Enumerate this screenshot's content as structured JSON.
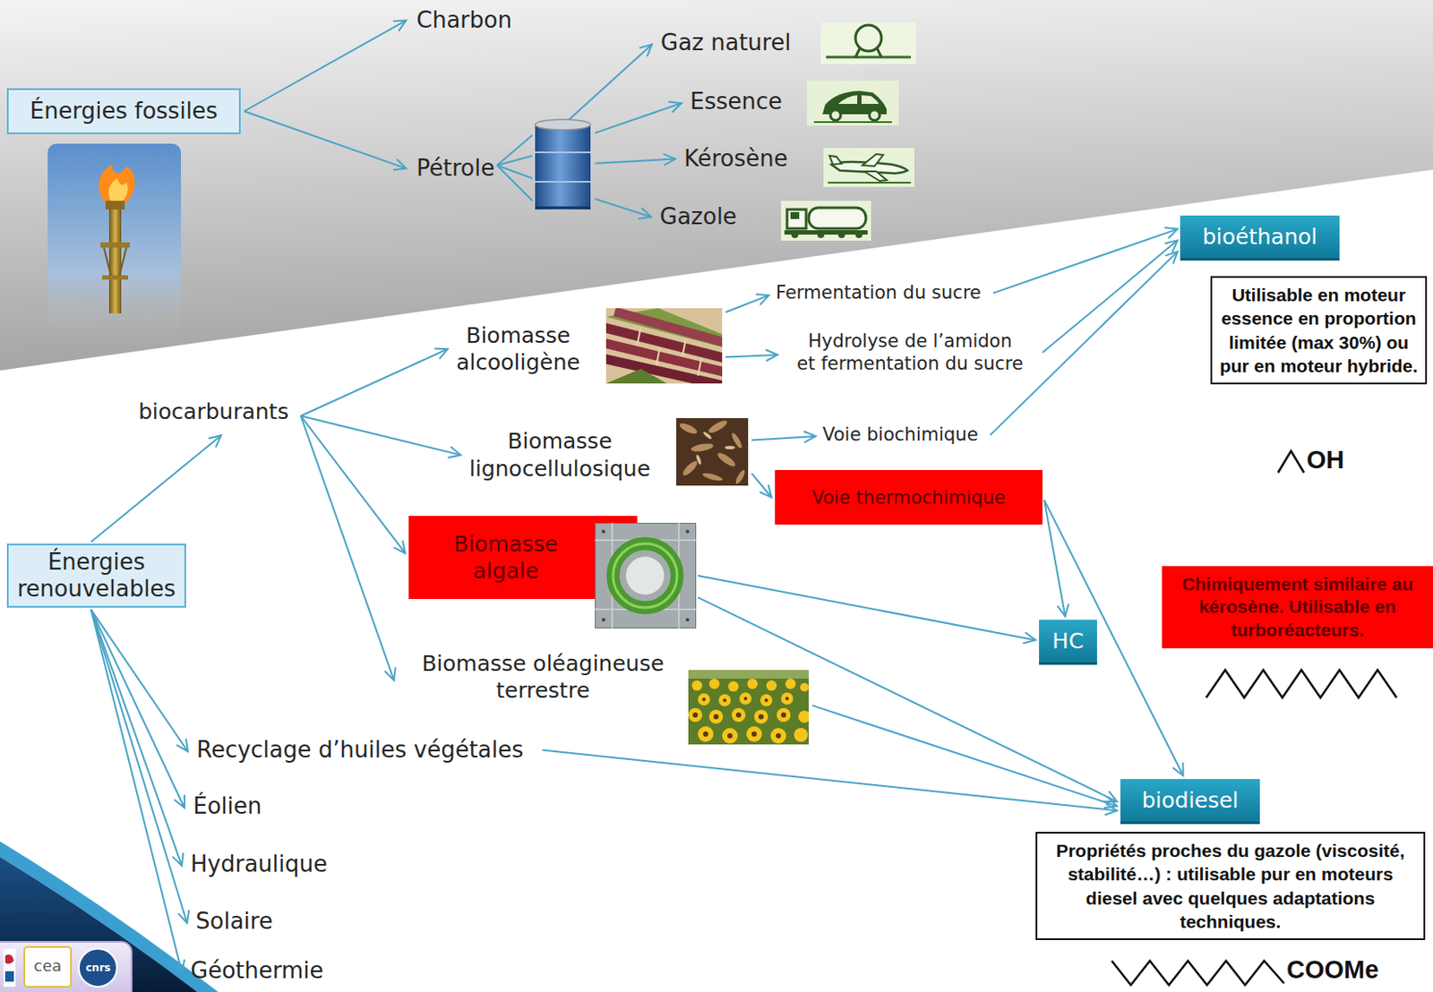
{
  "diagram": {
    "nodes": [
      {
        "text": [
          "Charbon"
        ]
      },
      {
        "text": [
          "Énergies fossiles"
        ]
      },
      {
        "text": [
          "Gaz naturel"
        ]
      },
      {
        "text": [
          "Essence"
        ]
      },
      {
        "text": [
          "Pétrole"
        ]
      },
      {
        "text": [
          "Kérosène"
        ]
      },
      {
        "text": [
          "Gazole"
        ]
      },
      {
        "text": [
          "bioéthanol"
        ]
      },
      {
        "text": [
          "Fermentation du sucre"
        ]
      },
      {
        "text": [
          "Utilisable en moteur essence en proportion limitée (max 30%) ou pur en moteur hybride."
        ]
      },
      {
        "text": [
          "Biomasse alcooligène"
        ]
      },
      {
        "text": [
          "Hydrolyse de l’amidon et fermentation du sucre"
        ]
      },
      {
        "text": [
          "biocarburants"
        ]
      },
      {
        "text": [
          "Biomasse lignocellulosique"
        ]
      },
      {
        "text": [
          "Voie biochimique"
        ]
      },
      {
        "text": [
          "Voie thermochimique"
        ]
      },
      {
        "text": [
          "Biomasse algale"
        ]
      },
      {
        "text": [
          "Énergies renouvelables"
        ]
      },
      {
        "text": [
          "Chimiquement similaire au kérosène. Utilisable en turboréacteurs."
        ]
      },
      {
        "text": [
          "HC"
        ]
      },
      {
        "text": [
          "Biomasse oléagineuse terrestre"
        ]
      },
      {
        "text": [
          "Recyclage d’huiles végétales"
        ]
      },
      {
        "text": [
          "Éolien"
        ]
      },
      {
        "text": [
          "biodiesel"
        ]
      },
      {
        "text": [
          "Hydraulique"
        ]
      },
      {
        "text": [
          "Propriétés proches du gazole (viscosité, stabilité…) : utilisable pur en moteurs diesel avec quelques adaptations techniques."
        ]
      },
      {
        "text": [
          "Solaire"
        ]
      },
      {
        "text": [
          "Géothermie"
        ]
      }
    ],
    "edges": [
      {
        "from": 1,
        "to": 0,
        "arrow": "to"
      },
      {
        "from": 1,
        "to": 4,
        "arrow": "to"
      },
      {
        "from": 4,
        "to": 2,
        "arrow": "to"
      },
      {
        "from": 4,
        "to": 3,
        "arrow": "to"
      },
      {
        "from": 4,
        "to": 5,
        "arrow": "to"
      },
      {
        "from": 4,
        "to": 6,
        "arrow": "to"
      },
      {
        "from": 17,
        "to": 12,
        "arrow": "to"
      },
      {
        "from": 12,
        "to": 10,
        "arrow": "to"
      },
      {
        "from": 12,
        "to": 13,
        "arrow": "to"
      },
      {
        "from": 12,
        "to": 16,
        "arrow": "to"
      },
      {
        "from": 12,
        "to": 20,
        "arrow": "to"
      },
      {
        "from": 10,
        "to": 8,
        "arrow": "to"
      },
      {
        "from": 10,
        "to": 11,
        "arrow": "to"
      },
      {
        "from": 8,
        "to": 7,
        "arrow": "to"
      },
      {
        "from": 11,
        "to": 7,
        "arrow": "to"
      },
      {
        "from": 14,
        "to": 7,
        "arrow": "to"
      },
      {
        "from": 13,
        "to": 14,
        "arrow": "to"
      },
      {
        "from": 13,
        "to": 15,
        "arrow": "to"
      },
      {
        "from": 15,
        "to": 19,
        "arrow": "to"
      },
      {
        "from": 15,
        "to": 23,
        "arrow": "to"
      },
      {
        "from": 16,
        "to": 19,
        "arrow": "to"
      },
      {
        "from": 16,
        "to": 23,
        "arrow": "to"
      },
      {
        "from": 20,
        "to": 23,
        "arrow": "to"
      },
      {
        "from": 21,
        "to": 23,
        "arrow": "to"
      },
      {
        "from": 17,
        "to": 21,
        "arrow": "to"
      },
      {
        "from": 17,
        "to": 22,
        "arrow": "to"
      },
      {
        "from": 17,
        "to": 24,
        "arrow": "to"
      },
      {
        "from": 17,
        "to": 26,
        "arrow": "to"
      },
      {
        "from": 17,
        "to": 27,
        "arrow": "to"
      }
    ],
    "labels": [
      "OH",
      "COOMe",
      "cea",
      "cnrs"
    ]
  }
}
